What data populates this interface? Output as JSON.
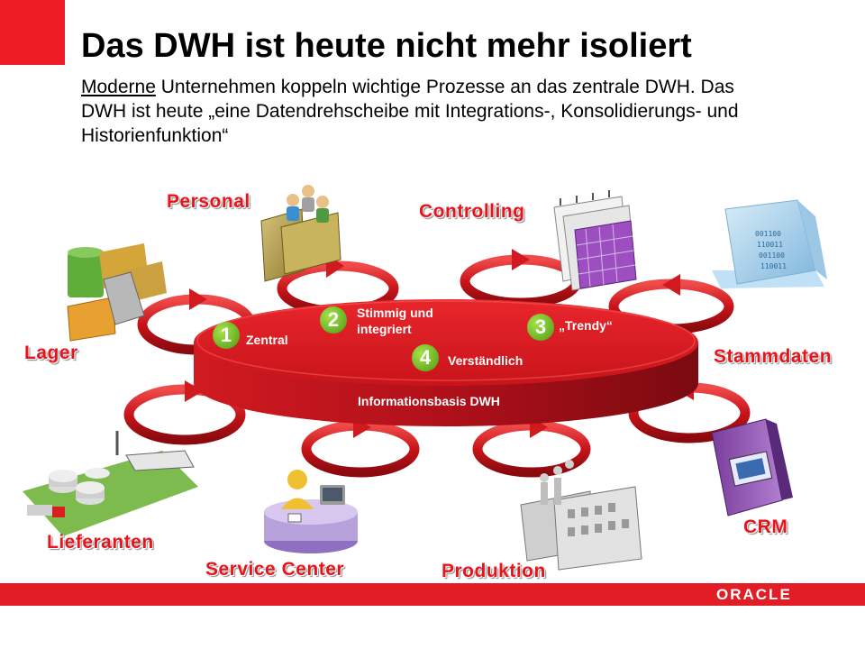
{
  "slide": {
    "title": "Das DWH ist heute nicht mehr isoliert",
    "subtitle_underlined": "Moderne",
    "subtitle_rest": " Unternehmen koppeln wichtige Prozesse an das zentrale DWH. Das DWH ist heute „eine Datendrehscheibe mit Integrations-, Konsolidierungs- und Historienfunktion“"
  },
  "hub": {
    "label": "Informationsbasis DWH",
    "features": [
      {
        "num": "1",
        "text": "Zentral"
      },
      {
        "num": "2",
        "text": "Stimmig und integriert"
      },
      {
        "num": "3",
        "text": "„Trendy“"
      },
      {
        "num": "4",
        "text": "Verständlich"
      }
    ]
  },
  "nodes": {
    "personal": "Personal",
    "controlling": "Controlling",
    "lager": "Lager",
    "stammdaten": "Stammdaten",
    "lieferanten": "Lieferanten",
    "service_center": "Service Center",
    "produktion": "Produktion",
    "crm": "CRM"
  },
  "stammdaten_bits": [
    "001100",
    "110011",
    "001100",
    "110011"
  ],
  "footer": {
    "logo": "ORACLE"
  },
  "colors": {
    "accent_red": "#e21d26",
    "hub_red": "#d81a20",
    "number_green": "#5aa51c"
  }
}
